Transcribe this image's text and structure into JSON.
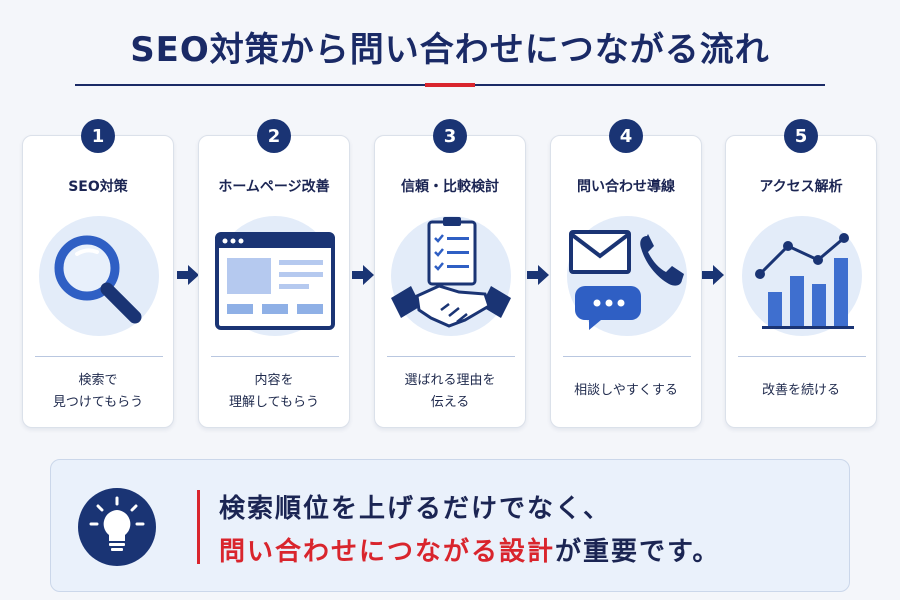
{
  "title": "SEO対策から問い合わせにつながる流れ",
  "colors": {
    "navy": "#1a3474",
    "accent": "#d9252d",
    "light_blue": "#e3ecf9",
    "mid_blue": "#3f6fcf"
  },
  "steps": [
    {
      "number": "1",
      "title": "SEO対策",
      "icon": "magnifier-icon",
      "desc": [
        "検索で",
        "見つけてもらう"
      ]
    },
    {
      "number": "2",
      "title": "ホームページ改善",
      "icon": "browser-window-icon",
      "desc": [
        "内容を",
        "理解してもらう"
      ]
    },
    {
      "number": "3",
      "title": "信頼・比較検討",
      "icon": "checklist-handshake-icon",
      "desc": [
        "選ばれる理由を",
        "伝える"
      ]
    },
    {
      "number": "4",
      "title": "問い合わせ導線",
      "icon": "mail-chat-phone-icon",
      "desc": [
        "相談しやすくする"
      ]
    },
    {
      "number": "5",
      "title": "アクセス解析",
      "icon": "bar-line-chart-icon",
      "desc": [
        "改善を続ける"
      ]
    }
  ],
  "summary": {
    "icon": "lightbulb-icon",
    "line1": "検索順位を上げるだけでなく、",
    "line2_highlight": "問い合わせにつながる設計",
    "line2_rest": "が重要です。"
  }
}
